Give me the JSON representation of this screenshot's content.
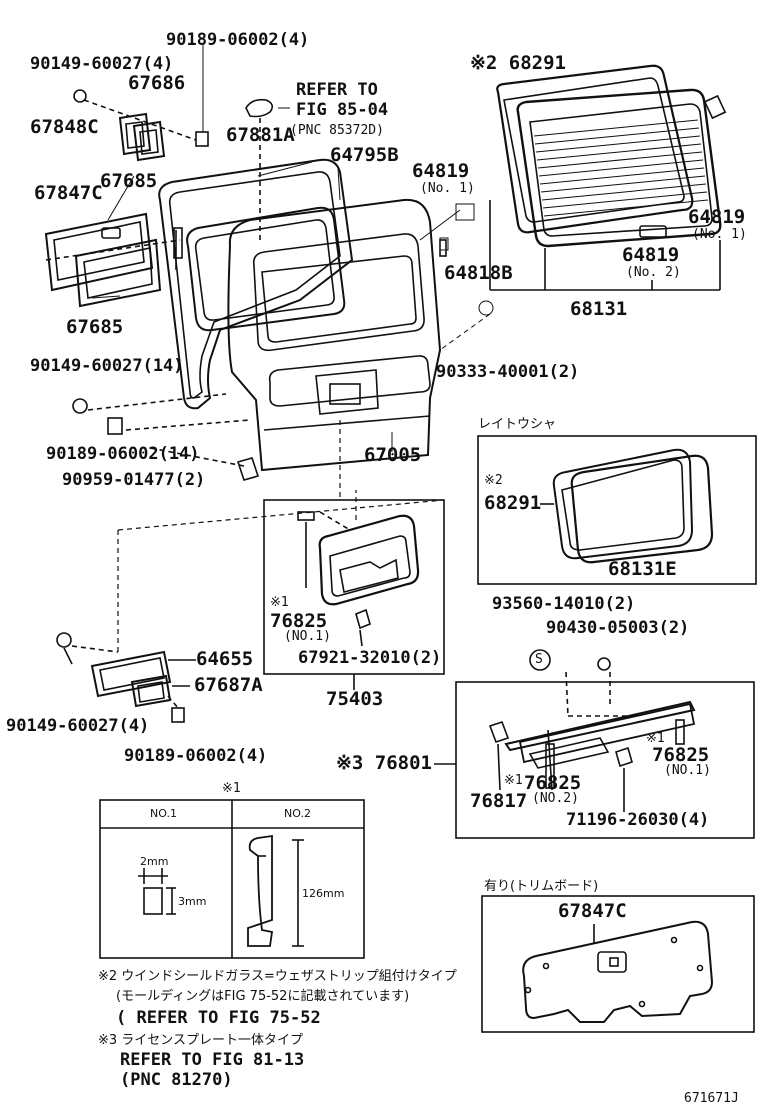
{
  "labels": {
    "p_90189_top": "90189-06002(4)",
    "p_90149_top": "90149-60027(4)",
    "p_67686": "67686",
    "p_67848c": "67848C",
    "refer_to": "REFER TO",
    "fig_85_04": "FIG 85-04",
    "pnc_85372d": "(PNC 85372D)",
    "p_67881a": "67881A",
    "p_64795b": "64795B",
    "mark2_68291": "※2 68291",
    "p_64819_no1_left": "64819",
    "no1_left": "(No. 1)",
    "p_67847c_left": "67847C",
    "p_67685_top": "67685",
    "p_64818b": "64818B",
    "p_64819_right": "64819",
    "no1_right": "(No. 1)",
    "p_64819_no2": "64819",
    "no2": "(No. 2)",
    "p_68131": "68131",
    "p_67685_bottom": "67685",
    "p_90149_mid": "90149-60027(14)",
    "p_90333": "90333-40001(2)",
    "p_90189_mid": "90189-06002(14)",
    "p_67005": "67005",
    "p_90959": "90959-01477(2)",
    "reitousha": "レイトウシャ",
    "mark2_68291_box": "※2",
    "p_68291_box": "68291",
    "p_68131e": "68131E",
    "mark1_76825": "※1",
    "p_76825_left": "76825",
    "no1_small_left": "(NO.1)",
    "p_67921": "67921-32010(2)",
    "p_93560": "93560-14010(2)",
    "p_90430": "90430-05003(2)",
    "s_mark": "S",
    "p_64655": "64655",
    "p_67687a": "67687A",
    "p_75403": "75403",
    "p_90149_bottom": "90149-60027(4)",
    "p_90189_bottom": "90189-06002(4)",
    "mark3_76801": "※3 76801",
    "mark1_right": "※1",
    "p_76825_right": "76825",
    "no1_small_right": "(NO.1)",
    "mark1_mid": "※1",
    "p_76825_mid": "76825",
    "no2_small": "(NO.2)",
    "p_76817": "76817",
    "p_71196": "71196-26030(4)",
    "mark1_table": "※1",
    "table_no1": "NO.1",
    "table_no2": "NO.2",
    "dim_2mm": "2mm",
    "dim_3mm": "3mm",
    "dim_126mm": "126mm",
    "ari_trim": "有り(トリムボード)",
    "p_67847c_box": "67847C",
    "note2_line1": "※2 ウインドシールドガラス=ウェザストリップ組付けタイプ",
    "note2_line2": "(モールディングはFIG 75-52に記載されています)",
    "note2_line3": "( REFER TO FIG 75-52",
    "note3_line1": "※3 ライセンスプレート一体タイプ",
    "note3_line2": "REFER TO FIG 81-13",
    "note3_line3": "(PNC 81270)",
    "fig_id": "671671J"
  }
}
